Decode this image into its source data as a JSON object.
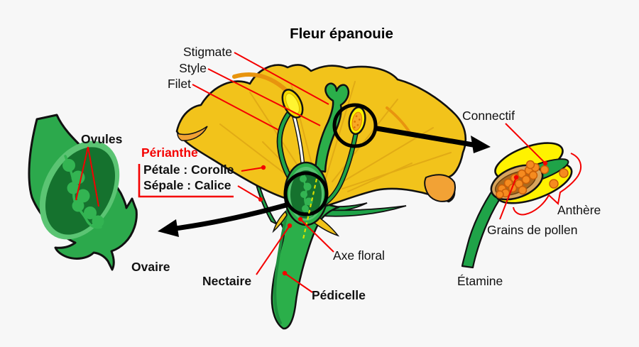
{
  "title": "Fleur épanouie",
  "labels": {
    "stigmate": "Stigmate",
    "style": "Style",
    "filet": "Filet",
    "connectif": "Connectif",
    "anthere": "Anthère",
    "grains_de_pollen": "Grains de pollen",
    "axe_floral": "Axe floral",
    "etamine": "Étamine",
    "ovules": "Ovules",
    "ovaire": "Ovaire",
    "nectaire": "Nectaire",
    "pedicelle": "Pédicelle"
  },
  "perianthe": {
    "heading": "Périanthe",
    "petale": "Pétale : Corolle",
    "sepale": "Sépale : Calice"
  },
  "colors": {
    "background": "#f7f7f7",
    "petal_yellow": "#F2C31B",
    "petal_orange": "#F2A235",
    "petal_vein": "#DCA313",
    "green": "#2BAF4A",
    "green_dark_interior": "#15722E",
    "green_light_ovules": "#33B452",
    "anther_yellow": "#FFF200",
    "pollen_orange": "#F68B1F",
    "pollen_sac_tan": "#D9A55C",
    "pollen_sac_brown": "#AA6A20",
    "annotation_red": "#F40000",
    "outline_black": "#111111"
  }
}
